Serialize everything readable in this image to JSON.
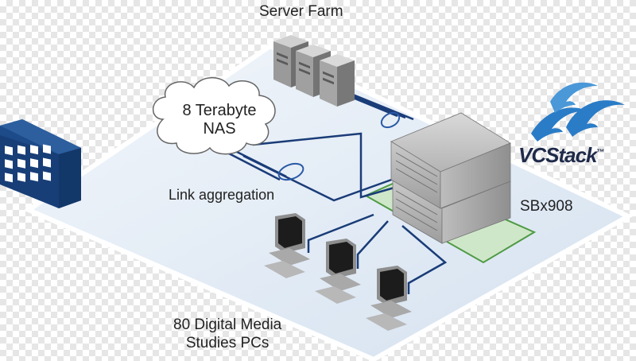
{
  "labels": {
    "server_farm": "Server Farm",
    "nas_line1": "8 Terabyte",
    "nas_line2": "NAS",
    "link_aggregation": "Link aggregation",
    "switch_model": "SBx908",
    "pcs_line1": "80 Digital Media",
    "pcs_line2": "Studies PCs"
  },
  "brand": {
    "name": "VCStack",
    "trademark": "™"
  },
  "colors": {
    "floor": "#dfeaf5",
    "floor_edge": "#ffffff",
    "link": "#1a3c78",
    "building": "#173e77",
    "switch_highlight": "#cfe7c9",
    "switch_outline": "#4f9a45",
    "logo": "#2a7cc7"
  },
  "icons": [
    "building-icon",
    "server-icon",
    "cloud-icon",
    "switch-icon",
    "computer-icon",
    "dolphin-logo-icon"
  ]
}
